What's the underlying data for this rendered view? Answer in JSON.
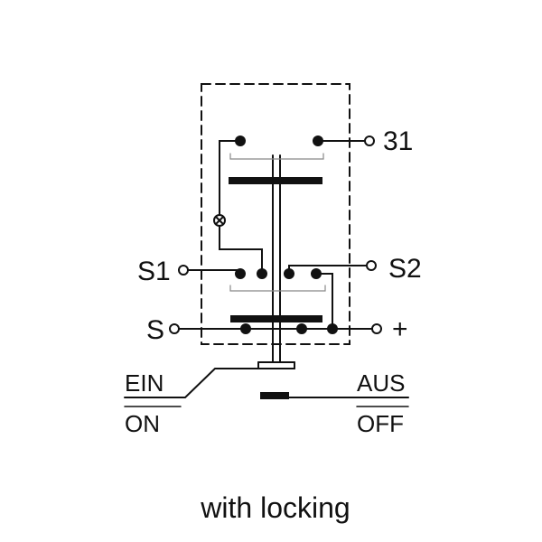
{
  "terminals": {
    "t31": "31",
    "s1": "S1",
    "s2": "S2",
    "s": "S",
    "plus": "+"
  },
  "positions": {
    "on_de": "EIN",
    "on_en": "ON",
    "off_de": "AUS",
    "off_en": "OFF"
  },
  "caption": "with locking"
}
